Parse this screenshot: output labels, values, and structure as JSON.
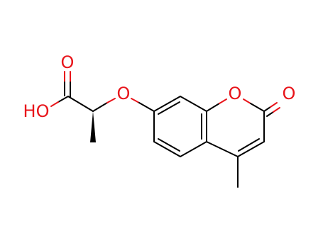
{
  "molecule": {
    "colors": {
      "bond": "#000000",
      "heteroatom_oxygen": "#e8141a",
      "background": "#ffffff"
    },
    "atom_labels": {
      "carbonyl_oxygen": "O",
      "hydroxyl": "HO",
      "ether_oxygen": "O",
      "ring_oxygen": "O",
      "lactone_carbonyl_oxygen": "O"
    }
  }
}
